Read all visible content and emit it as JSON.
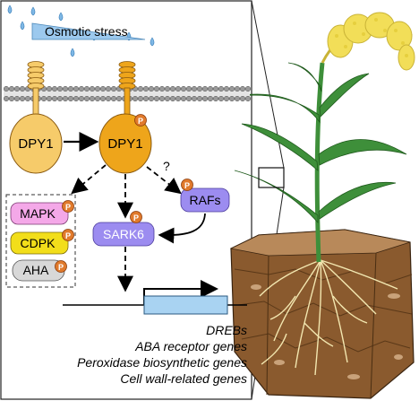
{
  "osmotic_label": "Osmotic stress",
  "receptor_left": "DPY1",
  "receptor_right": "DPY1",
  "phospho_mark": "P",
  "unknown_mark": "?",
  "nodes": {
    "mapk": "MAPK",
    "cdpk": "CDPK",
    "aha": "AHA",
    "rafs": "RAFs",
    "sark6": "SARK6"
  },
  "target_genes": [
    "DREBs",
    "ABA receptor genes",
    "Peroxidase biosynthetic genes",
    "Cell wall-related genes"
  ],
  "colors": {
    "receptor_inactive": "#F6CB6A",
    "receptor_active": "#EEA51B",
    "phospho": "#E07A2C",
    "mapk": "#F4A8E8",
    "cdpk": "#F2DE1A",
    "aha": "#D8D8D8",
    "rafs_sark6": "#9C8CF0",
    "gene_box": "#A9D3F2",
    "osmotic_wedge": "#9CC9EE",
    "leaf": "#3E8F3A",
    "soil": "#8A5A2E",
    "panicle": "#F2DE58"
  }
}
